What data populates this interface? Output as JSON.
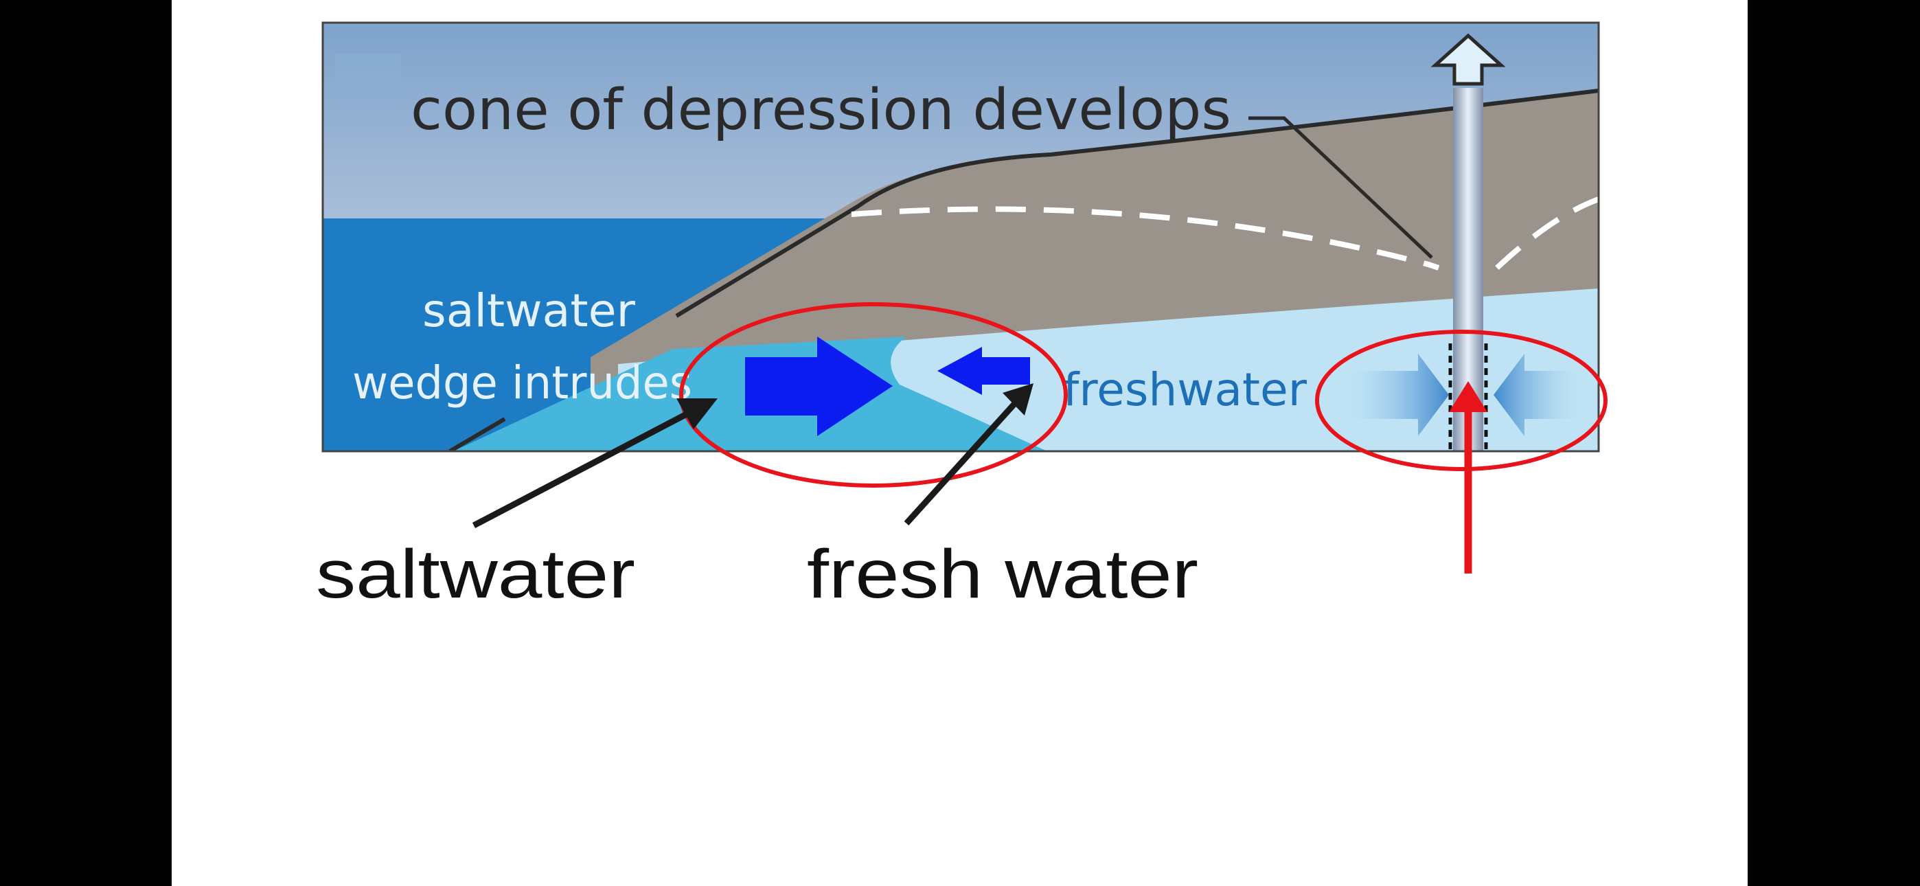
{
  "diagram": {
    "labels": {
      "cone": "cone of depression develops",
      "saltwater_line1": "saltwater",
      "saltwater_line2": "wedge intrudes",
      "freshwater": "freshwater"
    }
  },
  "annotations": {
    "saltwater": "saltwater",
    "fresh_water": "fresh water"
  },
  "colors": {
    "sky_top": "#7ea3cc",
    "sky_bottom": "#dcdde6",
    "ocean": "#1e7cc4",
    "land": "#9a938b",
    "aquifer_fresh": "#bfe3f5",
    "saltwater_wedge": "#46b6dc",
    "flow_arrow": "#0b1cf0",
    "annotation_red": "#e8141c"
  }
}
